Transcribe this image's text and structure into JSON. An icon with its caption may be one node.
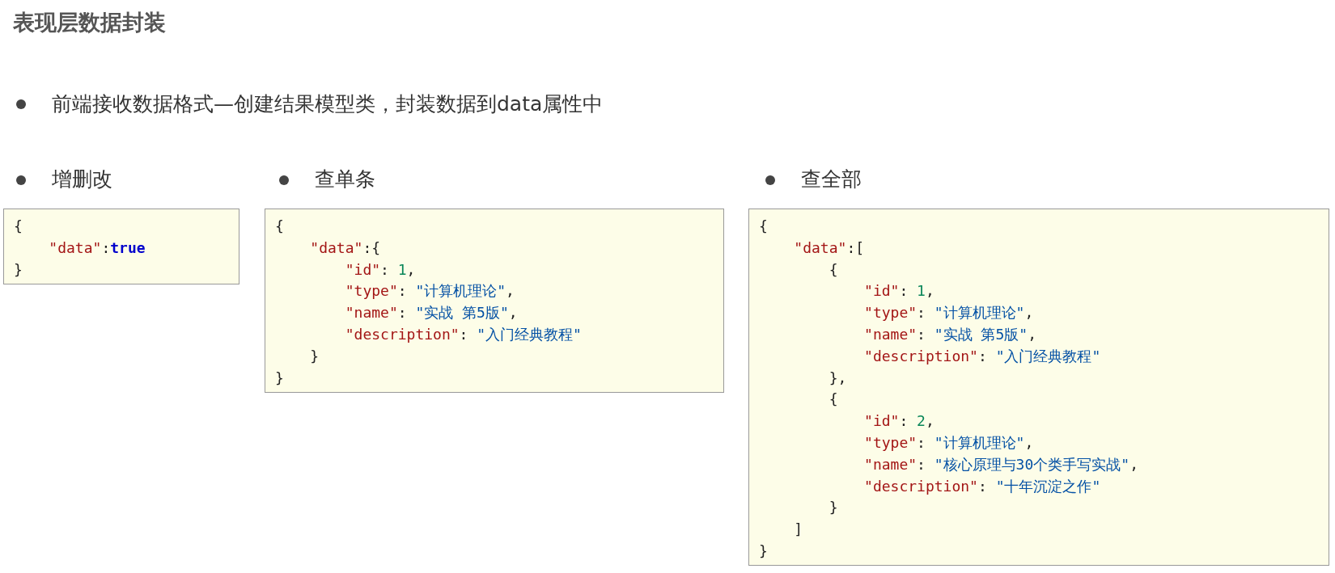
{
  "diagram": {
    "title": "表现层数据封装",
    "nodes": [
      {
        "text": [
          "增删改",
          "{",
          "    \"data\":true",
          "}"
        ]
      },
      {
        "text": [
          "查单条",
          "{",
          "    \"data\":{",
          "        \"id\": 1,",
          "        \"type\": \"计算机理论\",",
          "        \"name\": \"实战 第5版\",",
          "        \"description\": \"入门经典教程\"",
          "    }",
          "}"
        ]
      },
      {
        "text": [
          "查全部",
          "{",
          "    \"data\":[",
          "        {",
          "            \"id\": 1,",
          "            \"type\": \"计算机理论\",",
          "            \"name\": \"实战 第5版\",",
          "            \"description\": \"入门经典教程\"",
          "        },",
          "        {",
          "            \"id\": 2,",
          "            \"type\": \"计算机理论\",",
          "            \"name\": \"核心原理与30个类手写实战\",",
          "            \"description\": \"十年沉淀之作\"",
          "        }",
          "    ]",
          "}"
        ]
      }
    ],
    "labels": [
      "前端接收数据格式—创建结果模型类，封装数据到data属性中"
    ]
  }
}
